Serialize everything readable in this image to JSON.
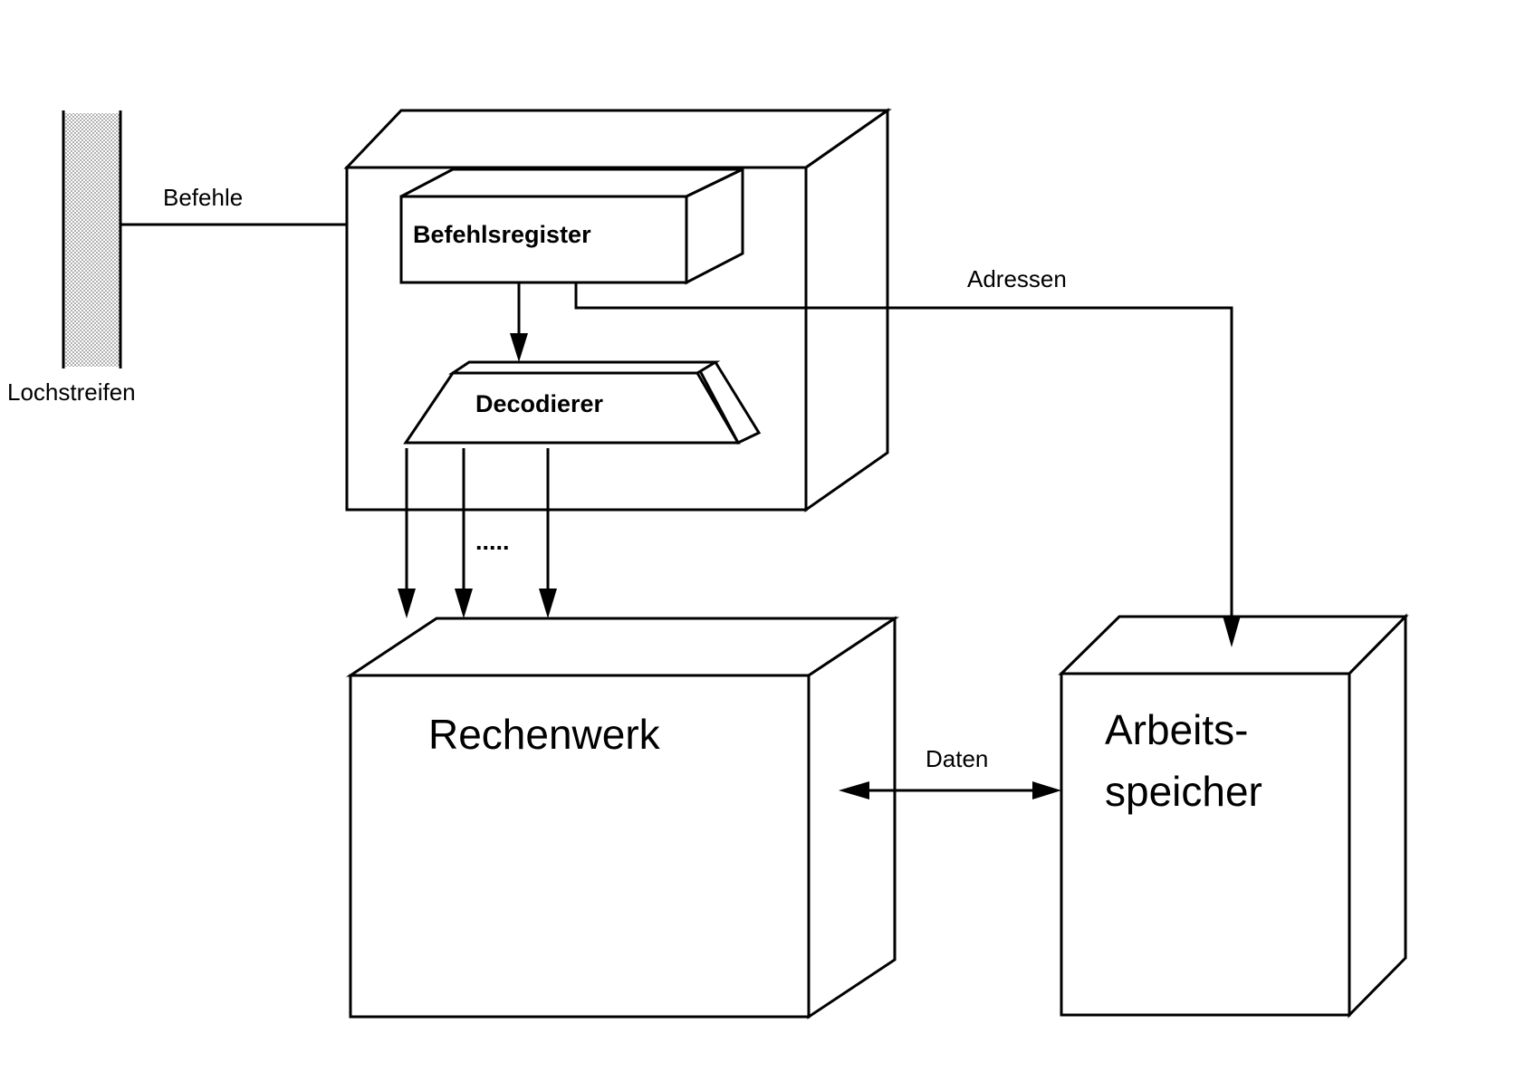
{
  "labels": {
    "befehle": "Befehle",
    "lochstreifen": "Lochstreifen",
    "befehlsregister": "Befehlsregister",
    "decodierer": "Decodierer",
    "adressen": "Adressen",
    "dots": ".....",
    "rechenwerk": "Rechenwerk",
    "daten": "Daten",
    "arbeitsspeicher_line1": "Arbeits-",
    "arbeitsspeicher_line2": "speicher"
  },
  "colors": {
    "ink": "#000000",
    "paper": "#ffffff",
    "tape_fill": "#c8c8c8"
  }
}
